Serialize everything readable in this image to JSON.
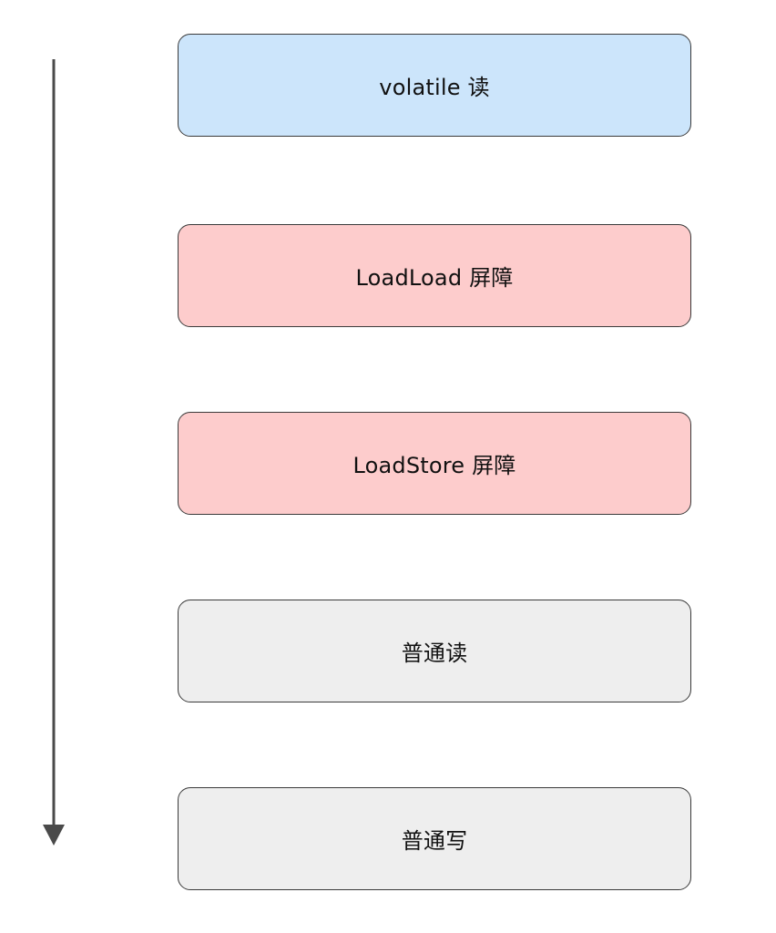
{
  "diagram": {
    "steps": [
      {
        "id": "volatile-read",
        "label": "volatile 读",
        "color": "#cce5fb"
      },
      {
        "id": "loadload-barrier",
        "label": "LoadLoad 屏障",
        "color": "#fdcccc"
      },
      {
        "id": "loadstore-barrier",
        "label": "LoadStore 屏障",
        "color": "#fdcccc"
      },
      {
        "id": "normal-read",
        "label": "普通读",
        "color": "#eeeeee"
      },
      {
        "id": "normal-write",
        "label": "普通写",
        "color": "#eeeeee"
      }
    ],
    "arrow_color": "#4a4a4a",
    "border_color": "#3a3a3a"
  }
}
